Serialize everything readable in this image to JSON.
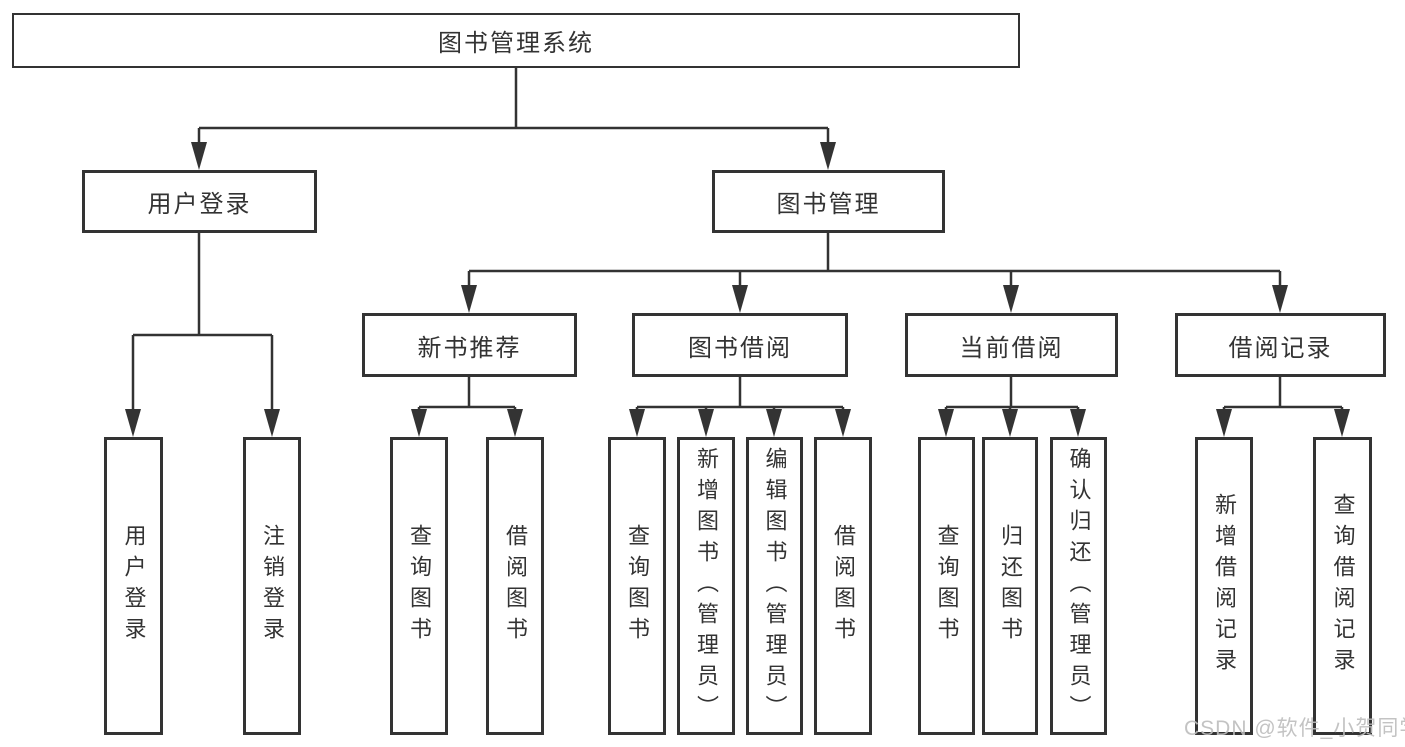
{
  "diagram": {
    "watermark": "CSDN @软件_小贺同学",
    "colors": {
      "line": "#333333",
      "text": "#333333",
      "background": "#ffffff",
      "watermark": "#bdbdbd"
    }
  },
  "tree": {
    "id": "library-system",
    "label": "图书管理系统",
    "children": [
      {
        "id": "user-login",
        "label": "用户登录",
        "children": [
          {
            "id": "user-login-action",
            "label": "用户登录"
          },
          {
            "id": "logout-action",
            "label": "注销登录"
          }
        ]
      },
      {
        "id": "book-management",
        "label": "图书管理",
        "children": [
          {
            "id": "new-book-recommend",
            "label": "新书推荐",
            "children": [
              {
                "id": "nb-query-book",
                "label": "查询图书"
              },
              {
                "id": "nb-borrow-book",
                "label": "借阅图书"
              }
            ]
          },
          {
            "id": "book-borrowing",
            "label": "图书借阅",
            "children": [
              {
                "id": "bb-query-book",
                "label": "查询图书"
              },
              {
                "id": "bb-add-book",
                "label": "新增图书（管理员）"
              },
              {
                "id": "bb-edit-book",
                "label": "编辑图书（管理员）"
              },
              {
                "id": "bb-borrow-book",
                "label": "借阅图书"
              }
            ]
          },
          {
            "id": "current-borrowing",
            "label": "当前借阅",
            "children": [
              {
                "id": "cb-query-book",
                "label": "查询图书"
              },
              {
                "id": "cb-return-book",
                "label": "归还图书"
              },
              {
                "id": "cb-confirm-return",
                "label": "确认归还（管理员）"
              }
            ]
          },
          {
            "id": "borrowing-records",
            "label": "借阅记录",
            "children": [
              {
                "id": "br-add-record",
                "label": "新增借阅记录"
              },
              {
                "id": "br-query-record",
                "label": "查询借阅记录"
              }
            ]
          }
        ]
      }
    ]
  }
}
